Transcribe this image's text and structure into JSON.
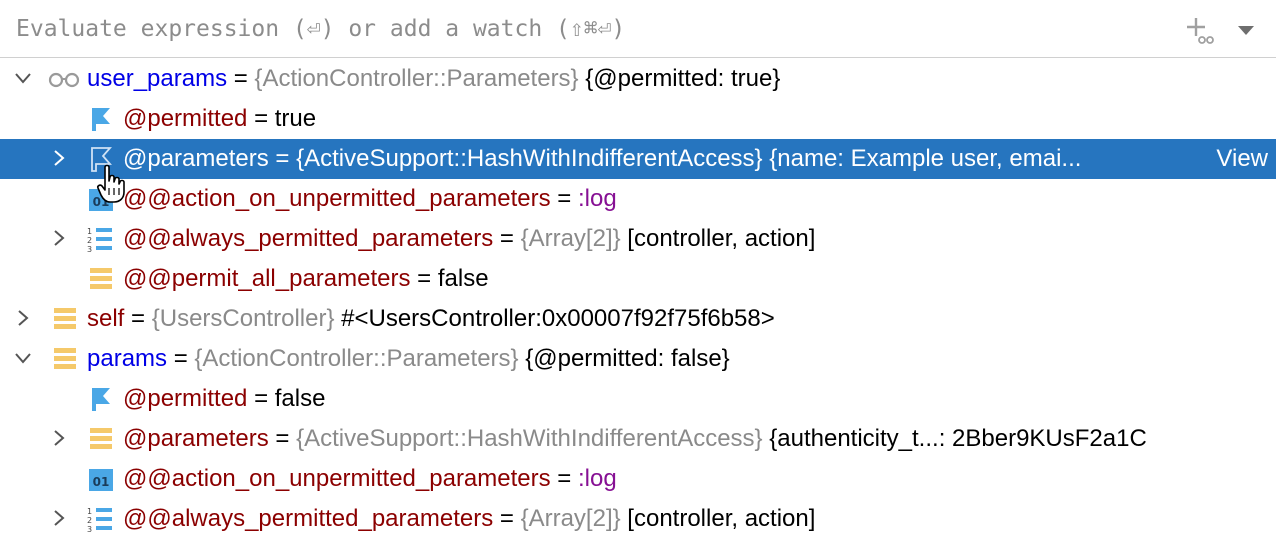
{
  "evaluate": {
    "placeholder": "Evaluate expression (⏎) or add a watch (⇧⌘⏎)"
  },
  "tree": {
    "r1": {
      "name": "user_params",
      "eq": " = ",
      "type": "{ActionController::Parameters}",
      "value": " {@permitted: true}"
    },
    "r2": {
      "name": "@permitted",
      "eq": " = ",
      "value": "true"
    },
    "r3": {
      "name": "@parameters",
      "eq": " = ",
      "type": "{ActiveSupport::HashWithIndifferentAccess}",
      "value": " {name: Example user, emai...",
      "link": "View"
    },
    "r4": {
      "name": "@@action_on_unpermitted_parameters",
      "eq": " = ",
      "value": ":log"
    },
    "r5": {
      "name": "@@always_permitted_parameters",
      "eq": " = ",
      "type": "{Array[2]}",
      "value": " [controller, action]"
    },
    "r6": {
      "name": "@@permit_all_parameters",
      "eq": " = ",
      "value": "false"
    },
    "r7": {
      "name": "self",
      "eq": " = ",
      "type": "{UsersController}",
      "value": " #<UsersController:0x00007f92f75f6b58>"
    },
    "r8": {
      "name": "params",
      "eq": " = ",
      "type": "{ActionController::Parameters}",
      "value": " {@permitted: false}"
    },
    "r9": {
      "name": "@permitted",
      "eq": " = ",
      "value": "false"
    },
    "r10": {
      "name": "@parameters",
      "eq": " = ",
      "type": "{ActiveSupport::HashWithIndifferentAccess}",
      "value": " {authenticity_t...: 2Bber9KUsF2a1C"
    },
    "r11": {
      "name": "@@action_on_unpermitted_parameters",
      "eq": " = ",
      "value": ":log"
    },
    "r12": {
      "name": "@@always_permitted_parameters",
      "eq": " = ",
      "type": "{Array[2]}",
      "value": " [controller, action]"
    }
  },
  "icons": {
    "watch": "glasses-icon",
    "flag": "flag-icon",
    "field": "field-icon",
    "primitive": "primitive-01-icon",
    "array": "array-list-icon",
    "add": "add-watch-icon",
    "dropdown": "dropdown-arrow-icon"
  },
  "colors": {
    "selection": "#2675bf",
    "watch_name": "#0000e6",
    "field_name": "#8b0000",
    "type": "#8a8a8a",
    "symbol": "#871094",
    "field_icon": "#f5c96a",
    "flag_icon": "#4aa7e6"
  }
}
